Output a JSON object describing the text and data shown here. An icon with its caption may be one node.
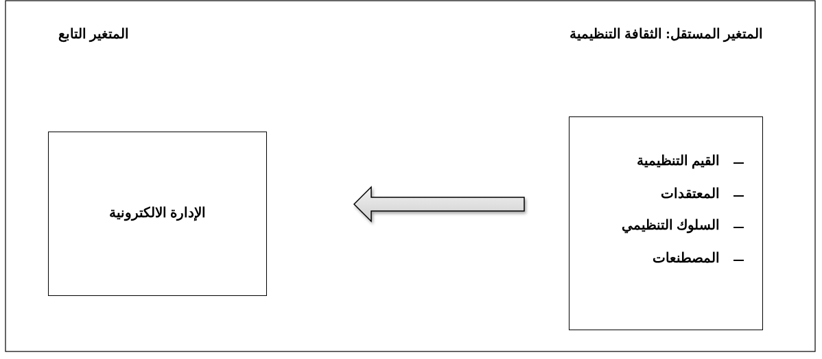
{
  "diagram": {
    "nodes": [
      {
        "text": [
          "القيم التنظيمية",
          "المعتقدات",
          "السلوك التنظيمي",
          "المصطنعات"
        ]
      },
      {
        "text": [
          "الإدارة الالكترونية"
        ]
      }
    ],
    "labels": [
      "المتغير المستقل: الثقافة التنظيمية",
      "المتغير التابع"
    ],
    "edges": [
      {
        "from": 0,
        "to": 1,
        "arrow": "to"
      }
    ]
  }
}
